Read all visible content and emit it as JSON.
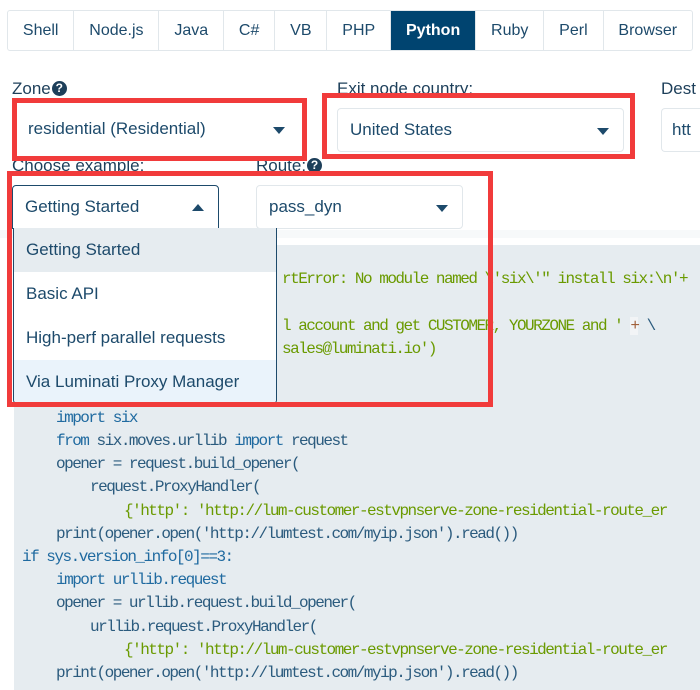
{
  "tabs": [
    "Shell",
    "Node.js",
    "Java",
    "C#",
    "VB",
    "PHP",
    "Python",
    "Ruby",
    "Perl",
    "Browser"
  ],
  "active_tab": "Python",
  "zone": {
    "label": "Zone",
    "value": "residential (Residential)"
  },
  "country": {
    "label": "Exit node country:",
    "value": "United States"
  },
  "dest": {
    "label": "Dest",
    "value": "htt"
  },
  "example": {
    "label": "Choose example:",
    "value": "Getting Started",
    "options": [
      "Getting Started",
      "Basic API",
      "High-perf parallel requests",
      "Via Luminati Proxy Manager"
    ]
  },
  "route": {
    "label": "Route:",
    "value": "pass_dyn"
  },
  "code": {
    "frag1": "rtError: No module named \\'six\\'\" install six:\\n'+",
    "frag2a": "l account and get CUSTOMER, YOURZONE and ' ",
    "frag2b": "+",
    " frag2c": " \\",
    "frag3": "sales@luminati.io')",
    "l_import_six": "import six",
    "l_from_a": "from",
    "l_from_b": " six.moves.urllib ",
    "l_from_c": "import",
    "l_from_d": " request",
    "l_opener1": "opener = request.build_opener(",
    "l_handler1": "request.ProxyHandler(",
    "l_http1": "{'http': 'http://lum-customer-estvpnserve-zone-residential-route_er",
    "l_print": "print(opener.open('http://lumtest.com/myip.json').read())",
    "l_if": "if sys.version_info[0]==3:",
    "l_import_urllib": "import urllib.request",
    "l_opener2": "opener = urllib.request.build_opener(",
    "l_handler2": "urllib.request.ProxyHandler("
  },
  "colors": {
    "accent": "#004470",
    "highlight": "#f13b3b",
    "code_bg": "#e6ecf0",
    "string": "#6a9a00"
  }
}
